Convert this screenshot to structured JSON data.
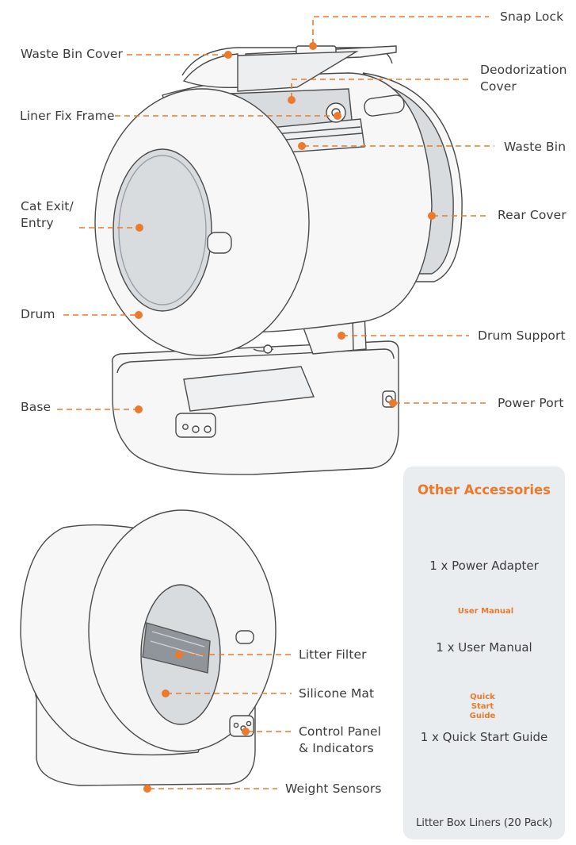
{
  "colors": {
    "accent": "#ec7a2a",
    "text": "#3b3b3b",
    "panel": "#e9edf0",
    "line": "#4a4a4a",
    "product_fill": "#f6f6f6",
    "product_inner": "#d9dcdf"
  },
  "labels": {
    "snap_lock": "Snap Lock",
    "waste_bin_cover": "Waste Bin Cover",
    "deodorization_cover": "Deodorization\nCover",
    "liner_fix_frame": "Liner Fix Frame",
    "waste_bin": "Waste Bin",
    "cat_exit_entry": "Cat Exit/\nEntry",
    "rear_cover": "Rear Cover",
    "drum": "Drum",
    "drum_support": "Drum Support",
    "base": "Base",
    "power_port": "Power Port",
    "litter_filter": "Litter Filter",
    "silicone_mat": "Silicone Mat",
    "control_panel": "Control Panel\n& Indicators",
    "weight_sensors": "Weight Sensors"
  },
  "accessories": {
    "title": "Other Accessories",
    "items": [
      {
        "label": "1 x Power Adapter",
        "icon": "power-adapter-icon"
      },
      {
        "label": "1 x User Manual",
        "icon": "user-manual-icon",
        "cover_text": "User Manual"
      },
      {
        "label": "1 x Quick Start Guide",
        "icon": "quick-start-guide-icon",
        "cover_text": "Quick Start\nGuide"
      },
      {
        "label": "Litter Box Liners (20 Pack)",
        "icon": "liner-box-icon"
      }
    ]
  }
}
